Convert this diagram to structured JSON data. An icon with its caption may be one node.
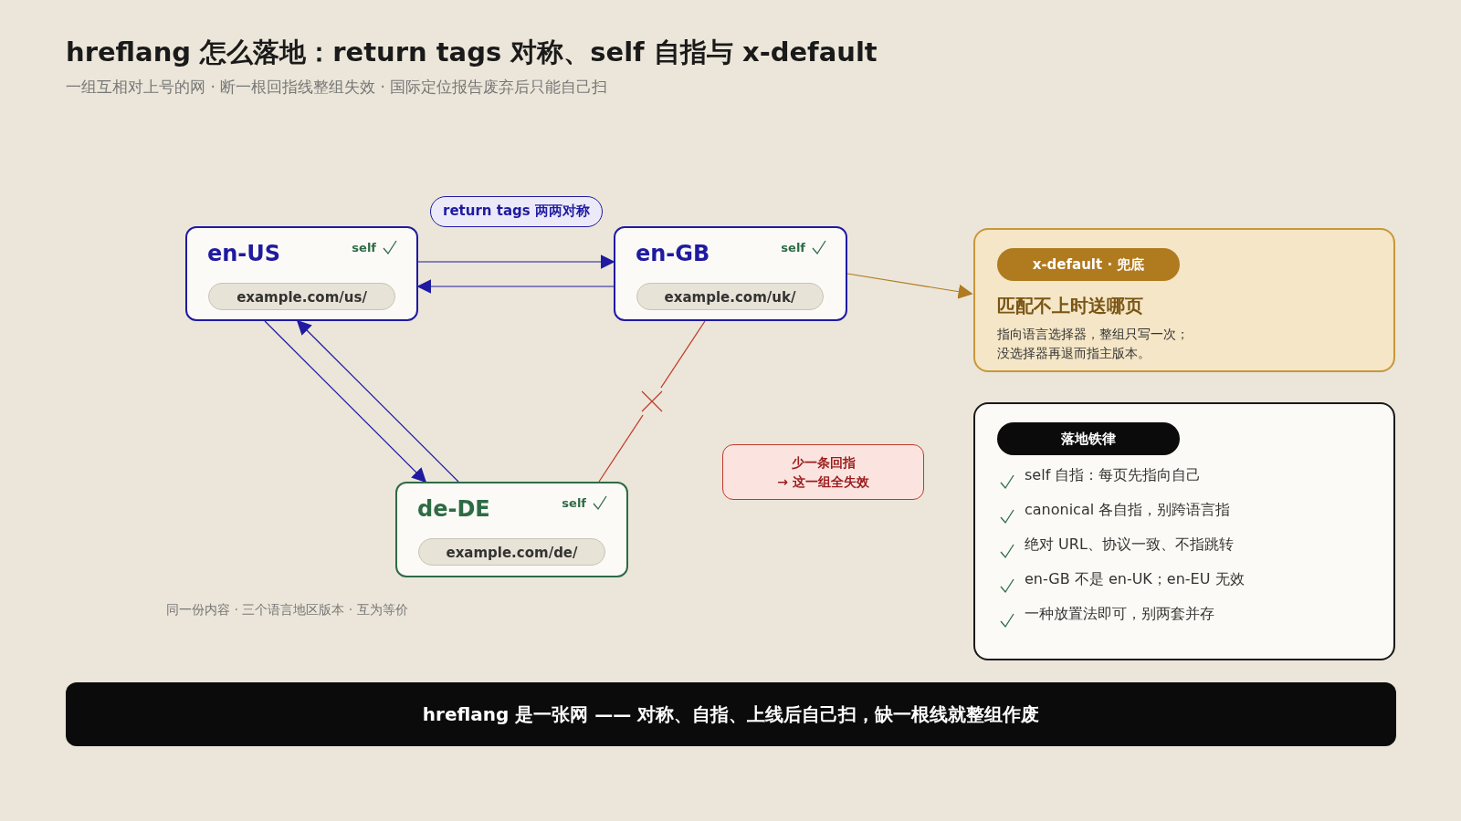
{
  "diagram": {
    "title": "hreflang 怎么落地：return tags 对称、self 自指与 x-default",
    "nodes": [
      {
        "text": [
          "en-US",
          "self",
          "example.com/us/"
        ]
      },
      {
        "text": [
          "en-GB",
          "self",
          "example.com/uk/"
        ]
      },
      {
        "text": [
          "de-DE",
          "self",
          "example.com/de/"
        ]
      },
      {
        "text": [
          "x-default · 兜底",
          "匹配不上时送哪页",
          "指向语言选择器，整组只写一次；没选择器再退而指主版本。"
        ]
      },
      {
        "text": [
          "少一条回指",
          "→ 这一组全失效"
        ]
      },
      {
        "text": [
          "落地铁律",
          "self 自指：每页先指向自己",
          "canonical 各自指，别跨语言指",
          "绝对 URL、协议一致、不指跳转",
          "en-GB 不是 en-UK；en-EU 无效",
          "一种放置法即可，别两套并存"
        ]
      },
      {
        "text": [
          "return tags 两两对称"
        ]
      },
      {
        "text": [
          "hreflang 是一张网 —— 对称、自指、上线后自己扫，缺一根线就整组作废"
        ]
      }
    ],
    "edges": [
      {
        "from": 0,
        "to": 1,
        "arrow": "to"
      },
      {
        "from": 1,
        "to": 0,
        "arrow": "to"
      },
      {
        "from": 0,
        "to": 2,
        "arrow": "to"
      },
      {
        "from": 2,
        "to": 0,
        "arrow": "to"
      },
      {
        "from": 1,
        "to": 2,
        "arrow": "none",
        "color": "#c0392b"
      },
      {
        "from": 1,
        "to": 3,
        "arrow": "to",
        "color": "#b07a1f"
      }
    ],
    "labels": [
      "一组互相对上号的网 · 断一根回指线整组失效 · 国际定位报告废弃后只能自己扫",
      "同一份内容 · 三个语言地区版本 · 互为等价"
    ]
  }
}
